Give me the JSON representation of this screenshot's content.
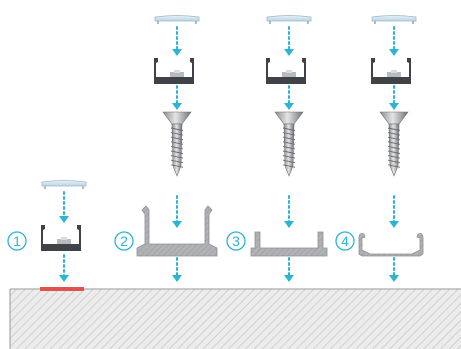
{
  "steps": [
    {
      "number": "1",
      "method": "adhesive-tape",
      "has_cover": true,
      "has_screw": false,
      "profile": "slim-u"
    },
    {
      "number": "2",
      "method": "screw-mount-wide",
      "has_cover": true,
      "has_screw": true,
      "profile": "wide-base"
    },
    {
      "number": "3",
      "method": "screw-mount-u",
      "has_cover": true,
      "has_screw": true,
      "profile": "u-base"
    },
    {
      "number": "4",
      "method": "screw-mount-clip",
      "has_cover": true,
      "has_screw": true,
      "profile": "clip-base"
    }
  ],
  "colors": {
    "arrow": "#2bb4d6",
    "profile_dark": "#3f4247",
    "profile_grey": "#a7a9ac",
    "cover": "#cfe3ee",
    "tape": "#e0524e",
    "surface": "#e9e9e9",
    "hatch": "#bdbdbd"
  },
  "icons": [
    "cover-icon",
    "profile-icon",
    "screw-icon",
    "arrow-down-icon"
  ]
}
